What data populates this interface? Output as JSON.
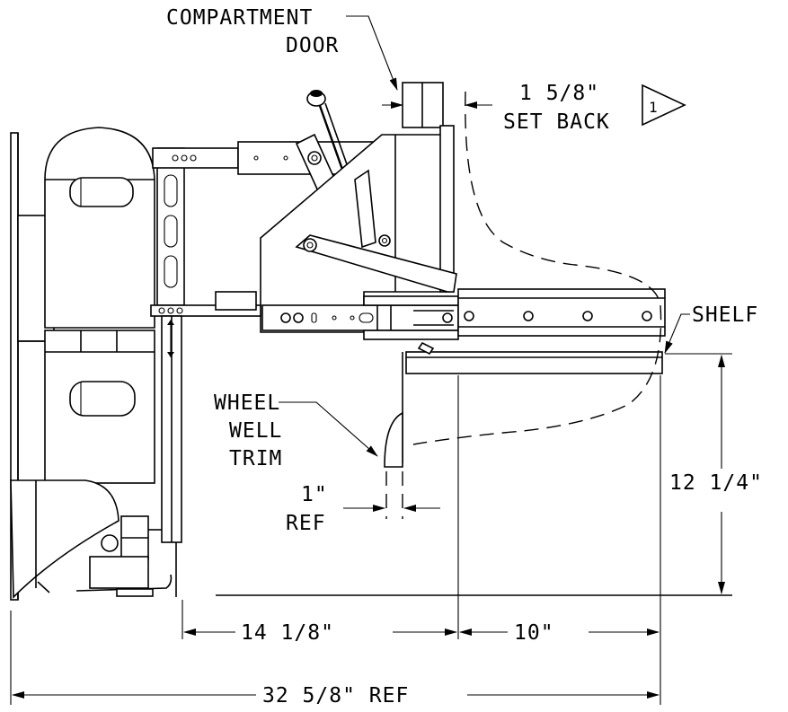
{
  "labels": {
    "compartment_line1": "COMPARTMENT",
    "compartment_line2": "DOOR",
    "setback_line1": "1 5/8\"",
    "setback_line2": "SET BACK",
    "note_flag": "1",
    "shelf": "SHELF",
    "wheel_line1": "WHEEL",
    "wheel_line2": "WELL",
    "wheel_line3": "TRIM",
    "ref1_line1": "1\"",
    "ref1_line2": "REF",
    "dim_height": "12 1/4\"",
    "dim_14": "14 1/8\"",
    "dim_10": "10\"",
    "dim_total": "32 5/8\" REF"
  },
  "colors": {
    "ink": "#000000",
    "paper": "#ffffff"
  }
}
